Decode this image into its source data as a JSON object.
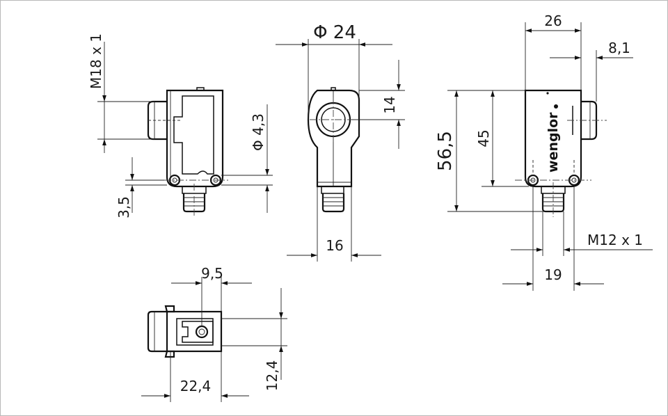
{
  "brand": "wenglor",
  "colors": {
    "line": "#111111",
    "background": "#ffffff"
  },
  "dimensions": {
    "thread_m18": "M18 x 1",
    "hole_diameter": "Φ 4,3",
    "hole_offset": "3,5",
    "ring_diameter": "Φ 24",
    "ring_height": "14",
    "body_width_front": "16",
    "width_top": "26",
    "connector_depth": "8,1",
    "total_height": "56,5",
    "body_height": "45",
    "thread_m12": "M12 x 1",
    "hole_spacing": "19",
    "plug_offset": "9,5",
    "base_width": "22,4",
    "base_height": "12,4"
  }
}
